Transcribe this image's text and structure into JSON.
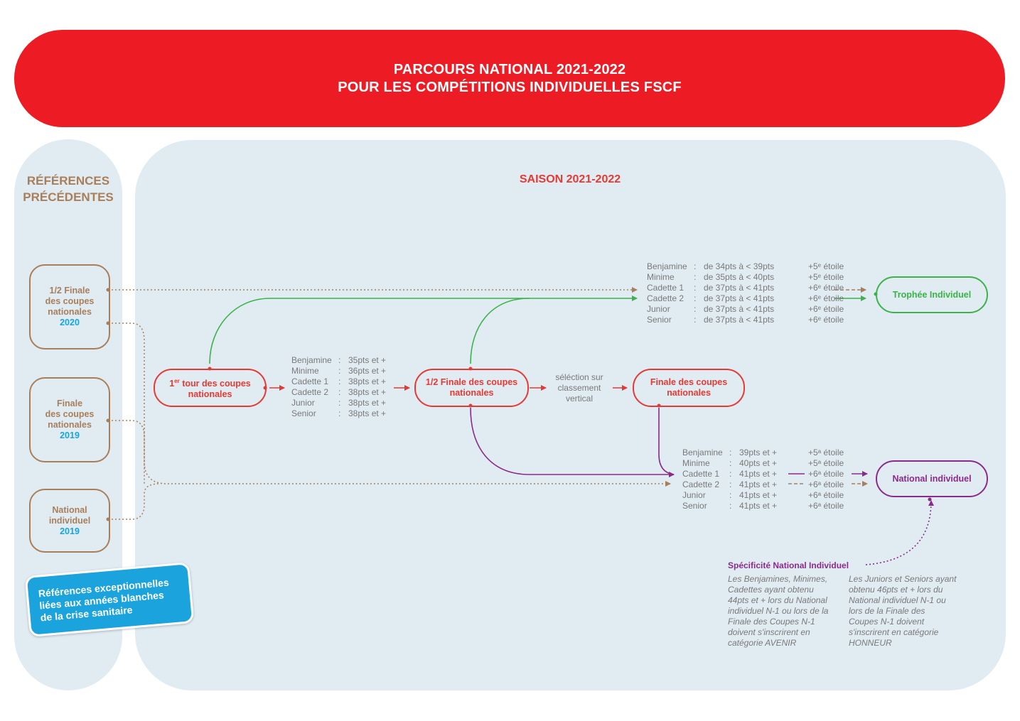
{
  "banner": {
    "line1": "PARCOURS NATIONAL 2021-2022",
    "line2": "POUR LES COMPÉTITIONS INDIVIDUELLES FSCF"
  },
  "left_panel": {
    "title_line1": "RÉFÉRENCES",
    "title_line2": "PRÉCÉDENTES"
  },
  "main_panel": {
    "title": "SAISON 2021-2022"
  },
  "refs": [
    {
      "line1": "1/2 Finale",
      "line2": "des coupes",
      "line3": "nationales",
      "year": "2020"
    },
    {
      "line1": "Finale",
      "line2": "des coupes",
      "line3": "nationales",
      "year": "2019"
    },
    {
      "line1": "National",
      "line2": "individuel",
      "line3": "",
      "year": "2019"
    }
  ],
  "sticker": {
    "line1": "Références exceptionnelles",
    "line2": "liées aux années blanches",
    "line3": "de la crise sanitaire"
  },
  "stages": {
    "first_tour": {
      "sup": "er",
      "pre": "1",
      "line1_rest": " tour des coupes",
      "line2": "nationales"
    },
    "half_final": {
      "line1": "1/2 Finale des coupes",
      "line2": "nationales"
    },
    "final": {
      "line1": "Finale des coupes",
      "line2": "nationales"
    },
    "trophy": {
      "label": "Trophée Individuel"
    },
    "national": {
      "label": "National individuel"
    }
  },
  "selection": {
    "line1": "séléction sur",
    "line2": "classement",
    "line3": "vertical"
  },
  "table_first": [
    {
      "cat": "Benjamine",
      "sep": ":",
      "val": "35pts et +"
    },
    {
      "cat": "Minime",
      "sep": ":",
      "val": "36pts et +"
    },
    {
      "cat": "Cadette 1",
      "sep": ":",
      "val": "38pts et +"
    },
    {
      "cat": "Cadette 2",
      "sep": ":",
      "val": "38pts et +"
    },
    {
      "cat": "Junior",
      "sep": ":",
      "val": "38pts et +"
    },
    {
      "cat": "Senior",
      "sep": ":",
      "val": "38pts et +"
    }
  ],
  "table_trophy": [
    {
      "cat": "Benjamine",
      "sep": ":",
      "val": "de 34pts à < 39pts",
      "star": "+5ᵉ étoile"
    },
    {
      "cat": "Minime",
      "sep": ":",
      "val": "de 35pts à < 40pts",
      "star": "+5ᵉ étoile"
    },
    {
      "cat": "Cadette 1",
      "sep": ":",
      "val": "de 37pts à < 41pts",
      "star": "+6ᵉ étoile"
    },
    {
      "cat": "Cadette 2",
      "sep": ":",
      "val": "de 37pts à < 41pts",
      "star": "+6ᵉ étoile"
    },
    {
      "cat": "Junior",
      "sep": ":",
      "val": "de 37pts à < 41pts",
      "star": "+6ᵉ étoile"
    },
    {
      "cat": "Senior",
      "sep": ":",
      "val": "de 37pts à < 41pts",
      "star": "+6ᵉ étoile"
    }
  ],
  "table_national": [
    {
      "cat": "Benjamine",
      "sep": ":",
      "val": "39pts et +",
      "star": "+5ᵃ étoile"
    },
    {
      "cat": "Minime",
      "sep": ":",
      "val": "40pts et +",
      "star": "+5ᵃ étoile"
    },
    {
      "cat": "Cadette 1",
      "sep": ":",
      "val": "41pts et +",
      "star": "+6ᵃ étoile"
    },
    {
      "cat": "Cadette 2",
      "sep": ":",
      "val": "41pts et +",
      "star": "+6ᵃ étoile"
    },
    {
      "cat": "Junior",
      "sep": ":",
      "val": "41pts et +",
      "star": "+6ᵃ étoile"
    },
    {
      "cat": "Senior",
      "sep": ":",
      "val": "41pts et +",
      "star": "+6ᵃ étoile"
    }
  ],
  "specificity": {
    "title": "Spécificité National Individuel",
    "note_left": [
      "Les Benjamines, Minimes,",
      "Cadettes ayant obtenu",
      "44pts et + lors du National",
      "individuel N-1 ou lors de la",
      "Finale des Coupes N-1",
      "doivent s'inscrirent en",
      "catégorie AVENIR"
    ],
    "note_right": [
      "Les Juniors et Seniors ayant",
      "obtenu 46pts et + lors du",
      "National individuel N-1 ou",
      "lors de la Finale des",
      "Coupes N-1 doivent",
      "s'inscrirent en catégorie",
      "HONNEUR"
    ]
  },
  "colors": {
    "red": "#e53a34",
    "banner": "#ed1c24",
    "green": "#3bb34a",
    "purple": "#8a2b8c",
    "brown": "#a87f5a",
    "blue": "#1aa3dd",
    "panel": "#e1ebf2",
    "text": "#7a7a7a"
  }
}
